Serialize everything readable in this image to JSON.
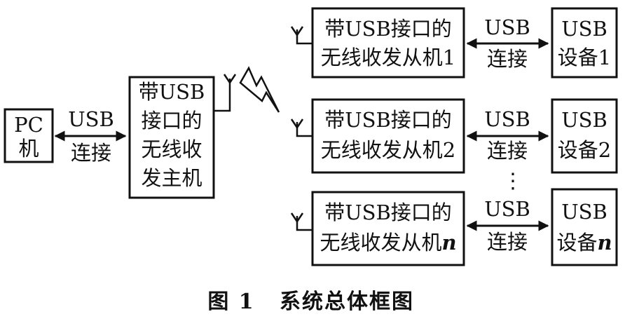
{
  "pc": {
    "line1": "PC",
    "line2": "机"
  },
  "pc_link": {
    "line1": "USB",
    "line2": "连接"
  },
  "host": {
    "line1": "带USB",
    "line2": "接口的",
    "line3": "无线收",
    "line4": "发主机"
  },
  "slaves": [
    {
      "line1": "带USB接口的",
      "line2": "无线收发从机1",
      "link1": "USB",
      "link2": "连接",
      "dev1": "USB",
      "dev2": "设备1"
    },
    {
      "line1": "带USB接口的",
      "line2": "无线收发从机2",
      "link1": "USB",
      "link2": "连接",
      "dev1": "USB",
      "dev2": "设备2"
    },
    {
      "line1": "带USB接口的",
      "line2": "无线收发从机",
      "line2_italic": "n",
      "link1": "USB",
      "link2": "连接",
      "dev1": "USB",
      "dev2": "设备",
      "dev2_italic": "n"
    }
  ],
  "ellipsis": "⋮",
  "caption": {
    "number": "图 1",
    "title": "系统总体框图"
  }
}
